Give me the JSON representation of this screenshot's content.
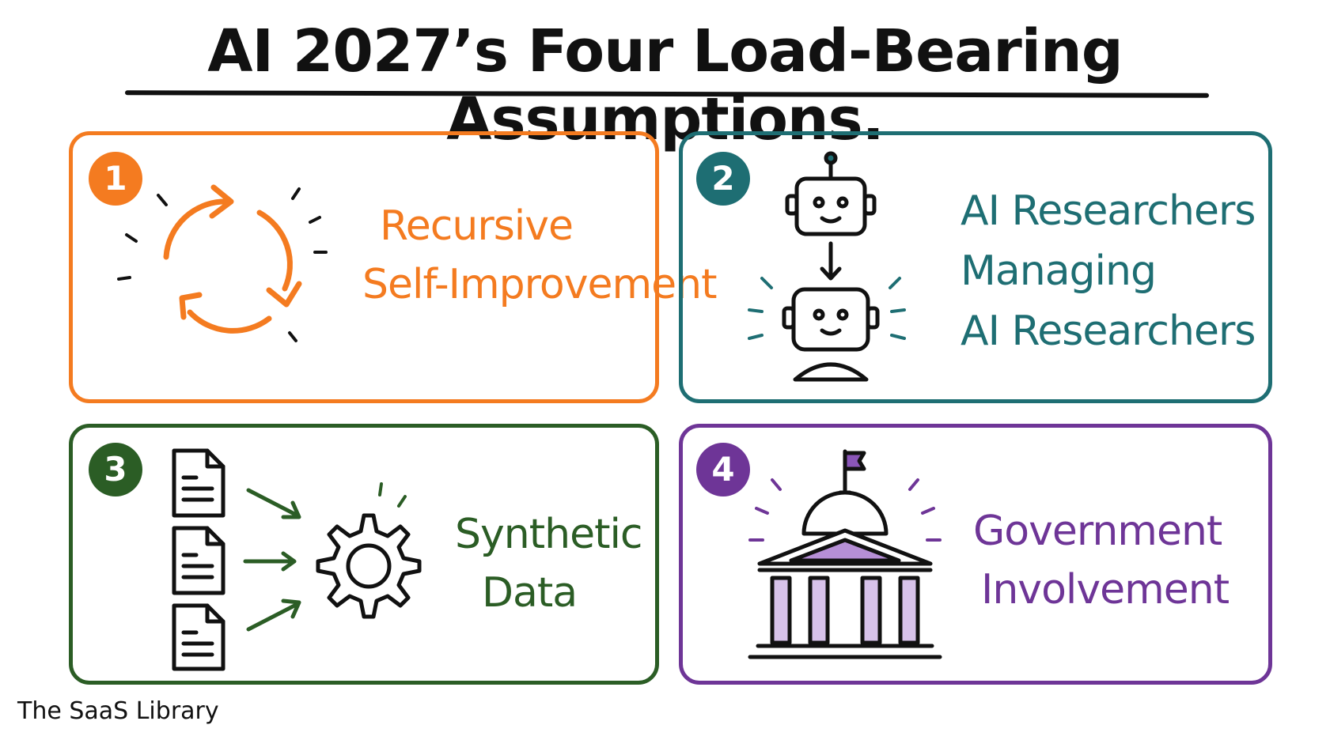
{
  "title": "AI 2027’s Four Load-Bearing Assumptions.",
  "footer": "The SaaS Library",
  "cards": [
    {
      "number": "1",
      "lines": [
        "Recursive",
        "Self-Improvement"
      ],
      "color": "#f47b20",
      "icon": "cycle-arrows-icon"
    },
    {
      "number": "2",
      "lines": [
        "AI Researchers",
        "Managing",
        "AI Researchers"
      ],
      "color": "#1e6e73",
      "icon": "robot-hierarchy-icon"
    },
    {
      "number": "3",
      "lines": [
        "Synthetic",
        "Data"
      ],
      "color": "#2b5d25",
      "icon": "documents-to-gear-icon"
    },
    {
      "number": "4",
      "lines": [
        "Government",
        "Involvement"
      ],
      "color": "#6e3597",
      "icon": "government-building-icon"
    }
  ]
}
